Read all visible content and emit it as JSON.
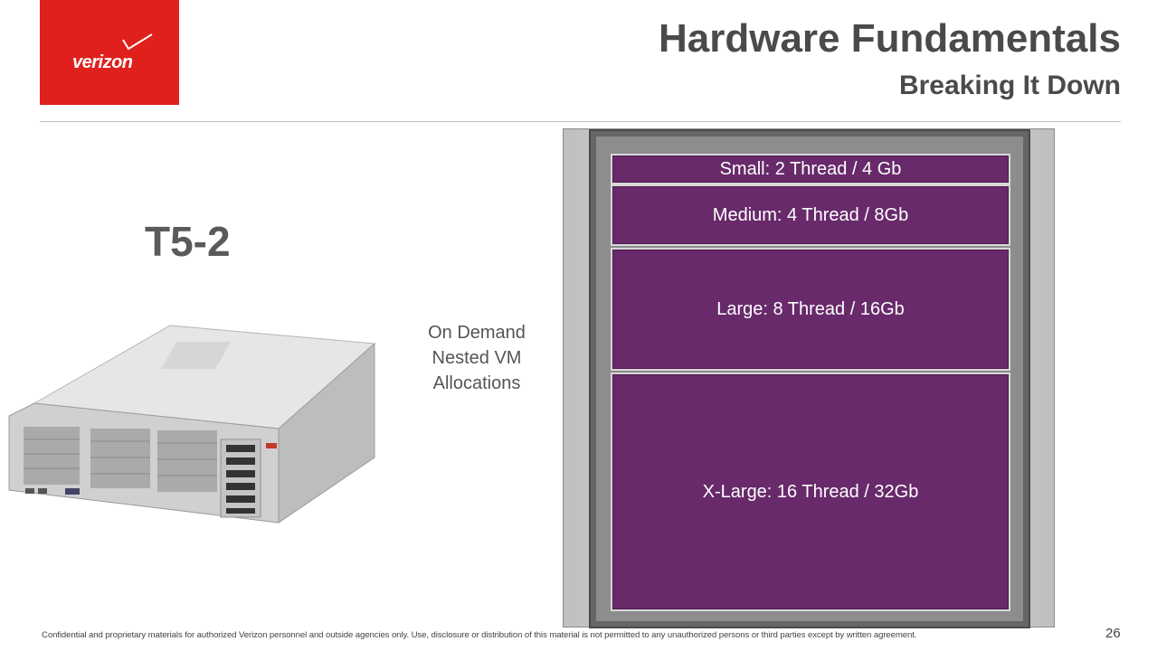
{
  "logo": {
    "brand": "verizon",
    "color": "#e0201c"
  },
  "header": {
    "title": "Hardware Fundamentals",
    "subtitle": "Breaking It Down"
  },
  "server": {
    "model": "T5-2"
  },
  "caption": {
    "lines": [
      "On Demand",
      "Nested VM",
      "Allocations"
    ]
  },
  "allocations": [
    {
      "label": "Small: 2 Thread / 4 Gb"
    },
    {
      "label": "Medium: 4 Thread / 8Gb"
    },
    {
      "label": "Large: 8 Thread / 16Gb"
    },
    {
      "label": "X-Large: 16 Thread / 32Gb"
    }
  ],
  "colors": {
    "slot": "#682a6a",
    "title": "#4a4a4a"
  },
  "footer": {
    "text": "Confidential and proprietary materials for authorized Verizon personnel and outside agencies only. Use, disclosure or distribution of this material is not permitted to any unauthorized persons or third parties except by written agreement.",
    "page_number": "26"
  }
}
